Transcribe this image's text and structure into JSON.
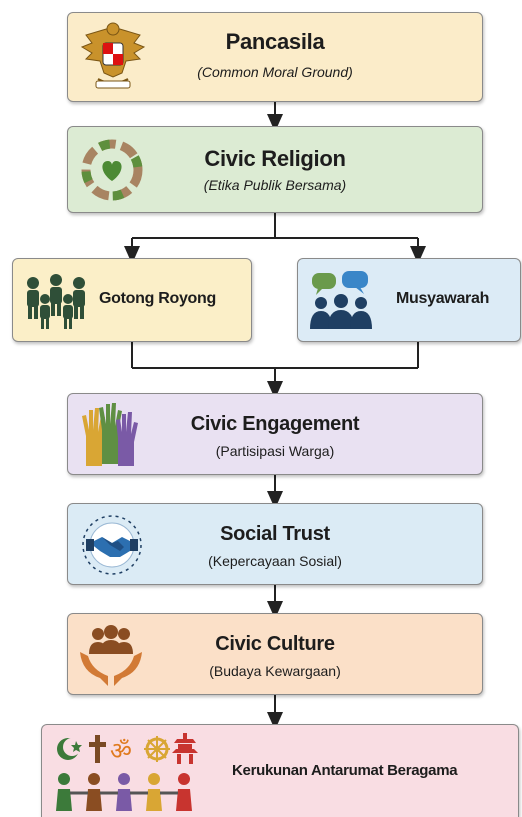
{
  "boxes": {
    "pancasila": {
      "title": "Pancasila",
      "subtitle": "(Common Moral Ground)",
      "fill": "#fbecc9",
      "icon": "garuda-emblem-icon"
    },
    "civic_religion": {
      "title": "Civic Religion",
      "subtitle": "(Etika Publik Bersama)",
      "fill": "#dcebd3",
      "icon": "hands-heart-icon"
    },
    "gotong_royong": {
      "title": "Gotong Royong",
      "fill": "#fbefc8",
      "icon": "people-group-icon"
    },
    "musyawarah": {
      "title": "Musyawarah",
      "fill": "#dcebf6",
      "icon": "discussion-icon"
    },
    "civic_engagement": {
      "title": "Civic Engagement",
      "subtitle": "(Partisipasi Warga)",
      "fill": "#e9e1f2",
      "icon": "raised-hands-icon"
    },
    "social_trust": {
      "title": "Social Trust",
      "subtitle": "(Kepercayaan Sosial)",
      "fill": "#dbebf5",
      "icon": "handshake-icon"
    },
    "civic_culture": {
      "title": "Civic Culture",
      "subtitle": "(Budaya Kewargaan)",
      "fill": "#fbe0c8",
      "icon": "community-hands-icon"
    },
    "kerukunan": {
      "title": "Kerukunan Antarumat Beragama",
      "fill": "#f9dde3",
      "icon": "religious-symbols-icon"
    }
  },
  "colors": {
    "arrow": "#222222",
    "border": "#8a8a8a"
  }
}
